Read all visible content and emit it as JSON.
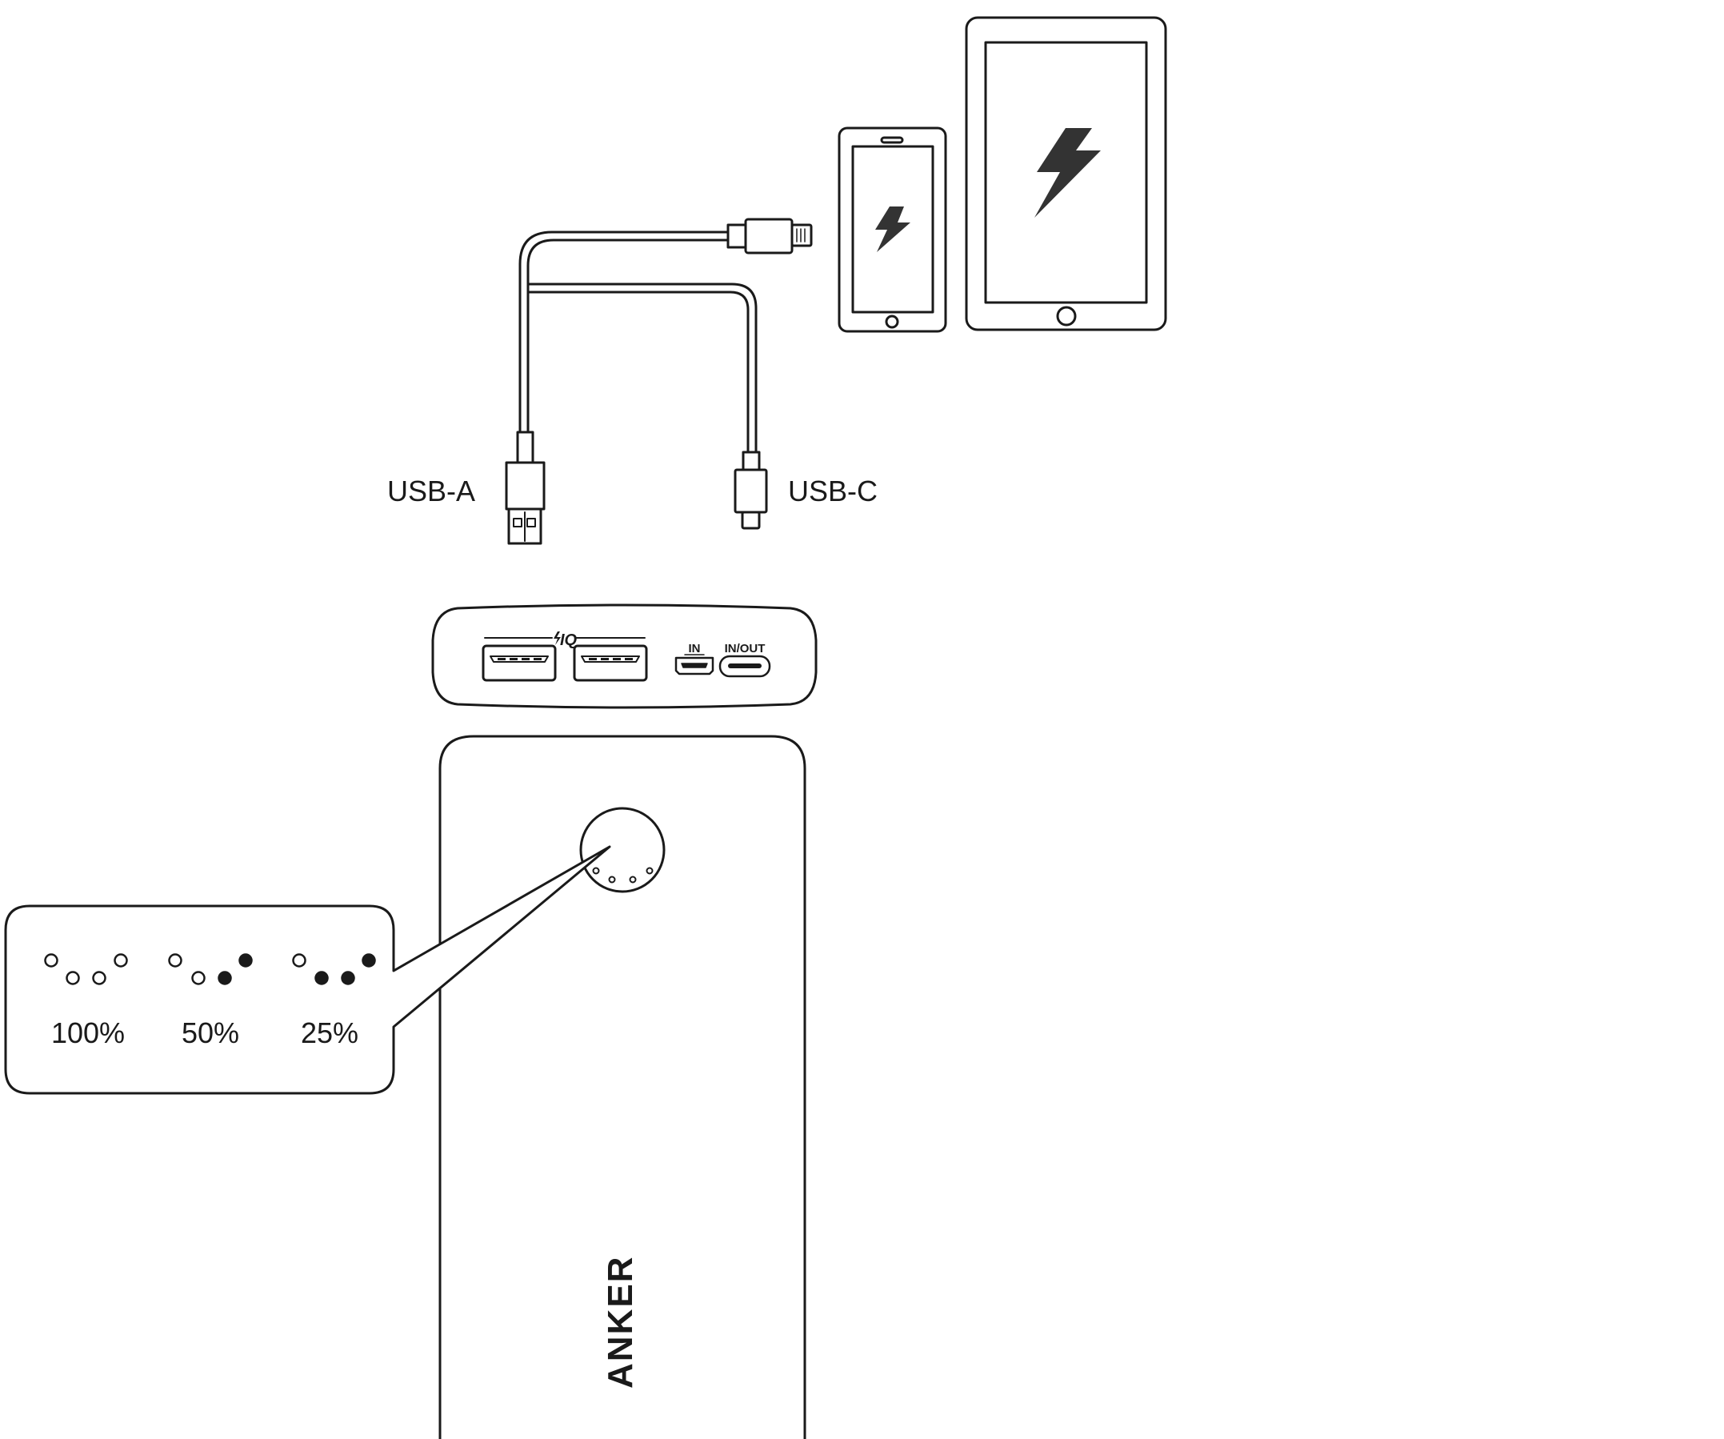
{
  "cable": {
    "connector_a": "USB-A",
    "connector_c": "USB-C"
  },
  "power_bank": {
    "brand": "ANKER",
    "poweriq_mark": "IQ",
    "port_in": "IN",
    "port_inout": "IN/OUT"
  },
  "battery_levels": [
    {
      "label": "100%",
      "leds_lit": 0
    },
    {
      "label": "50%",
      "leds_lit": 2
    },
    {
      "label": "25%",
      "leds_lit": 3
    }
  ],
  "colors": {
    "line": "#1a1a1a",
    "background": "#ffffff",
    "bolt": "#333333"
  },
  "icons": [
    "lightning-bolt-icon",
    "phone-icon",
    "tablet-icon"
  ]
}
